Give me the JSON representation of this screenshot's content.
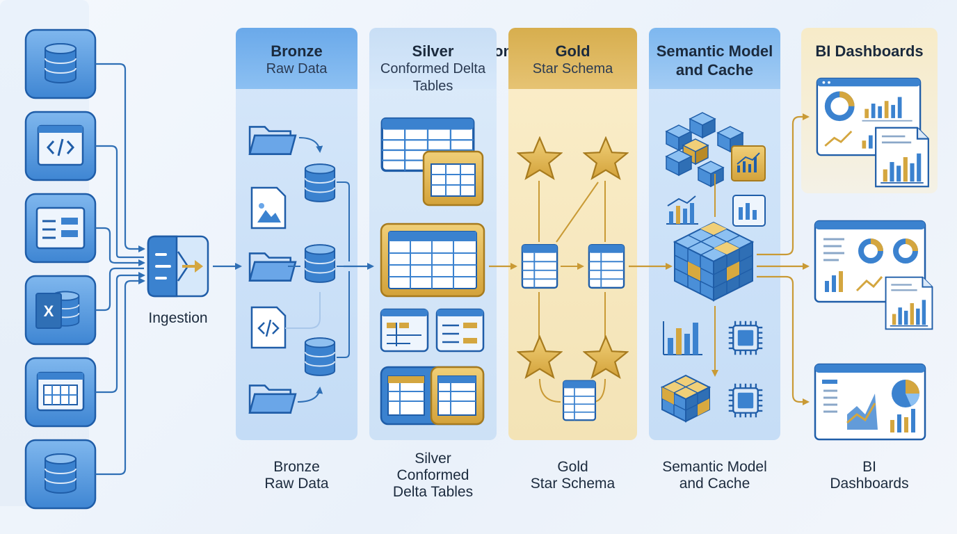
{
  "stages": {
    "ingestion": {
      "title": "Ingestion",
      "label": "Ingestion"
    },
    "bronze": {
      "title": "Bronze",
      "subtitle": "Raw Data",
      "caption_line1": "Bronze",
      "caption_line2": "Raw Data"
    },
    "silver": {
      "title": "Silver",
      "subtitle_line1": "Conformed Delta",
      "subtitle_line2": "Tables",
      "caption_line1": "Silver",
      "caption_line2": "Conformed",
      "caption_line3": "Delta Tables"
    },
    "gold": {
      "title": "Gold",
      "subtitle": "Star Schema",
      "caption_line1": "Gold",
      "caption_line2": "Star Schema"
    },
    "semantic": {
      "title_line1": "Semantic Model",
      "title_line2": "and Cache",
      "caption_line1": "Semantic Model",
      "caption_line2": "and Cache"
    },
    "bi": {
      "title": "BI Dashboards",
      "caption_line1": "BI",
      "caption_line2": "Dashboards"
    }
  },
  "sources": [
    "database-icon",
    "code-window-icon",
    "form-window-icon",
    "excel-icon",
    "table-window-icon",
    "database-icon"
  ],
  "colors": {
    "blue": "#2f77c8",
    "light_blue": "#6aa9ea",
    "gold": "#d4a63f",
    "arrow_blue": "#2f6fb5",
    "arrow_gold": "#c99a35"
  }
}
